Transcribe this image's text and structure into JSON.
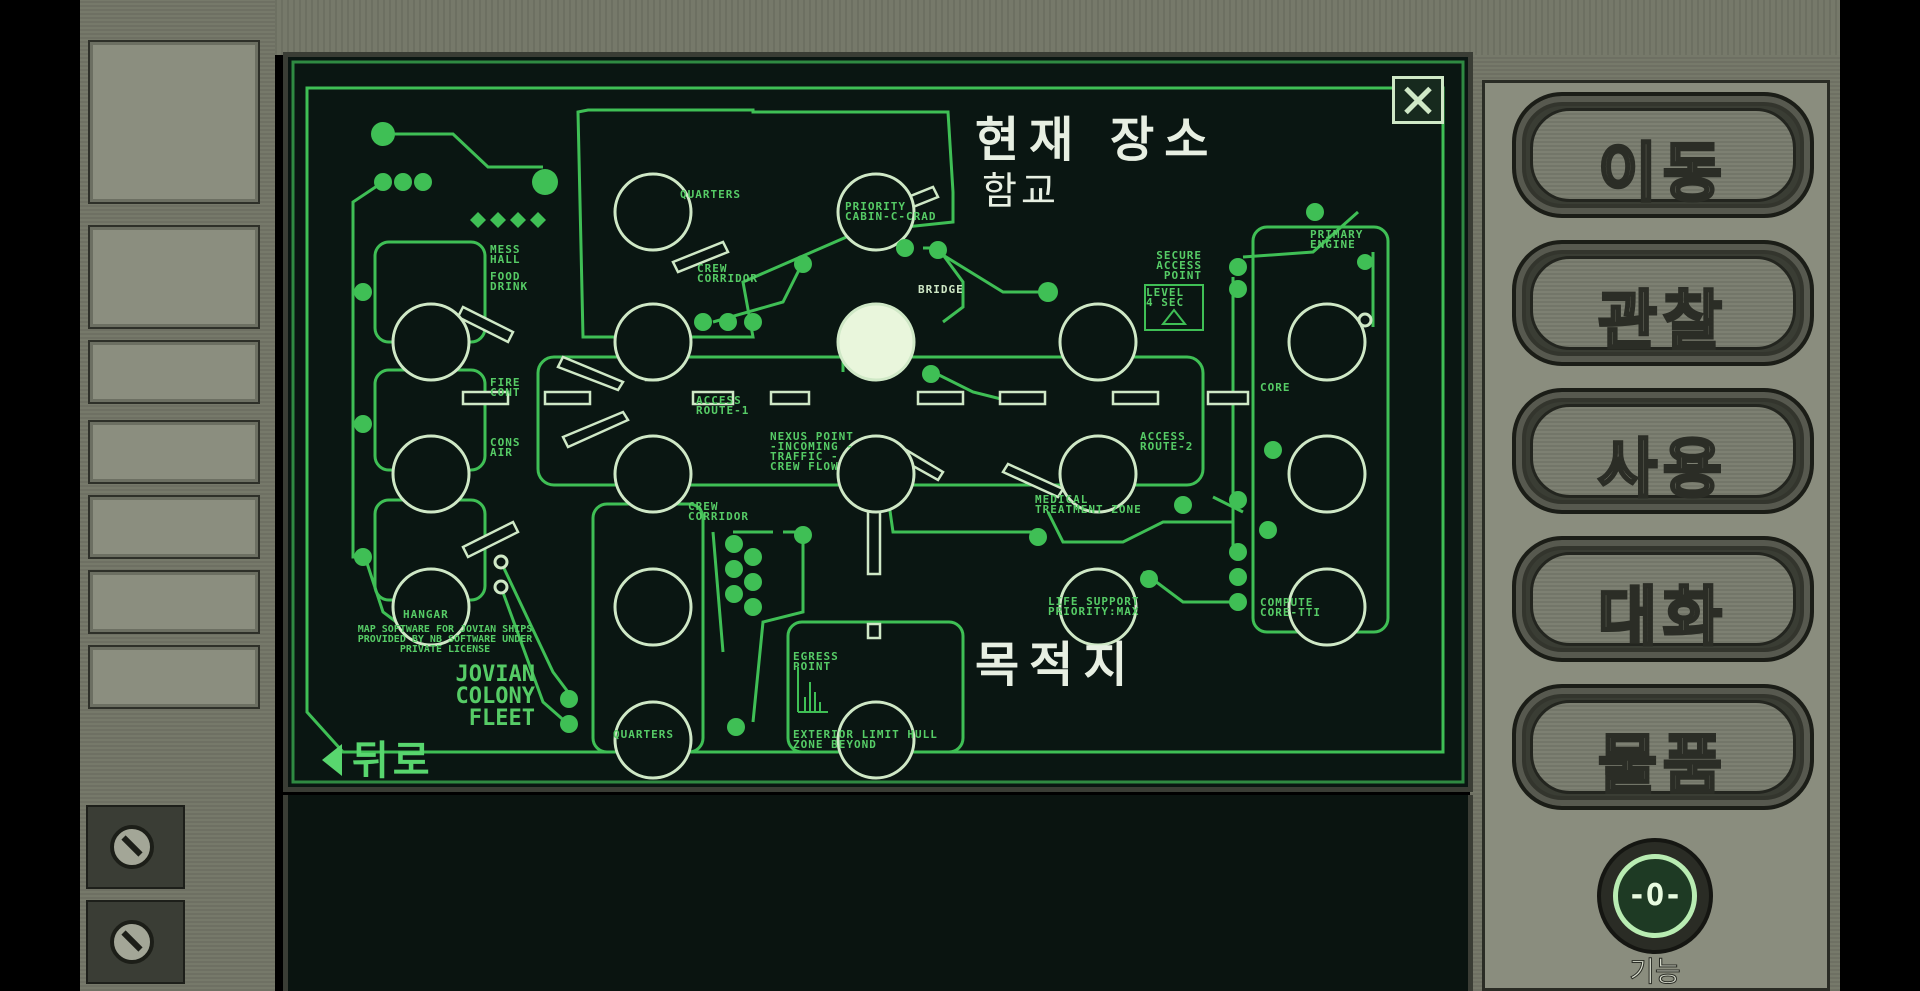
{
  "location_panel": {
    "current_label": "현재 장소",
    "current_value": "함교",
    "destination_label": "목적지",
    "back_label": "뒤로"
  },
  "actions": [
    {
      "label": "이동"
    },
    {
      "label": "관찰"
    },
    {
      "label": "사용"
    },
    {
      "label": "대화"
    },
    {
      "label": "물품"
    }
  ],
  "function_button": {
    "symbol": "-O-",
    "label": "기능"
  },
  "map_labels": {
    "quarters_top": "QUARTERS",
    "priority_cabin": "PRIORITY CABIN-C-CRAD",
    "mess_hall": "MESS HALL",
    "food_drink": "FOOD DRINK",
    "crew_corridor_top": "CREW CORRIDOR",
    "bridge": "BRIDGE",
    "secure_access": "SECURE ACCESS POINT",
    "level_sec": "LEVEL 4 SEC",
    "primary_engine": "PRIMARY ENGINE",
    "fire_cont": "FIRE CONT",
    "cons_air": "CONS AIR",
    "access_route_1": "ACCESS ROUTE-1",
    "nexus_point": "NEXUS POINT -INCOMING -TRAFFIC -CREW FLOW",
    "access_route_2": "ACCESS ROUTE-2",
    "core": "CORE",
    "crew_corridor_bottom": "CREW CORRIDOR",
    "medical": "MEDICAL TREATMENT ZONE",
    "life_support": "LIFE SUPPORT PRIORITY:MAX",
    "compute_core": "COMPUTE CORE-TTI",
    "hangar": "HANGAR",
    "egress_point": "EGRESS POINT",
    "exterior_limit": "EXTERIOR LIMIT HULL ZONE BEYOND",
    "quarters_bottom": "QUARTERS",
    "credit": "MAP SOFTWARE FOR JOVIAN SHIPS PROVIDED BY NB SOFTWARE UNDER PRIVATE LICENSE",
    "brand_1": "JOVIAN",
    "brand_2": "COLONY",
    "brand_3": "FLEET"
  },
  "colors": {
    "map_bg": "#0a1612",
    "map_line": "#3fbf55",
    "node_outline": "#cfe8c6",
    "current_node": "#e9f6dc",
    "frame_metal": "#76796a"
  }
}
